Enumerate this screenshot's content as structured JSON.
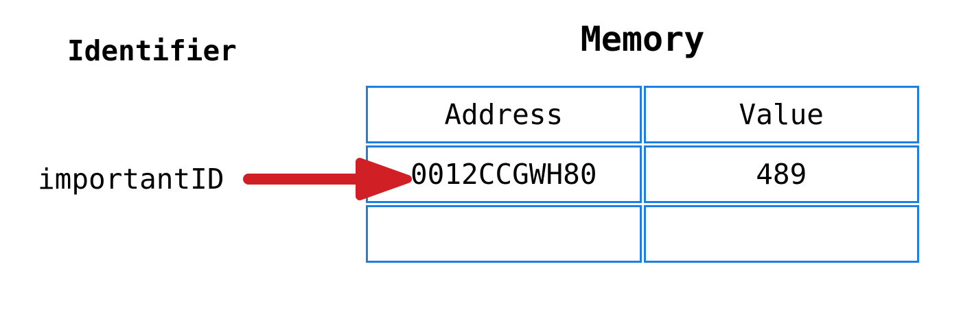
{
  "labels": {
    "identifier_title": "Identifier",
    "pointer_label": "importantID"
  },
  "memory": {
    "title": "Memory",
    "table": {
      "headers": [
        "Address",
        "Value"
      ],
      "rows": [
        [
          "0012CCGWH80",
          "489"
        ],
        [
          "",
          ""
        ]
      ]
    }
  },
  "pointer": {
    "from": "importantID",
    "to_address": "0012CCGWH80",
    "icon": "right-arrow-icon"
  },
  "colors": {
    "table_border": "#1E7FE0",
    "arrow": "#D02025",
    "text": "#000000",
    "background": "#FFFFFF"
  }
}
